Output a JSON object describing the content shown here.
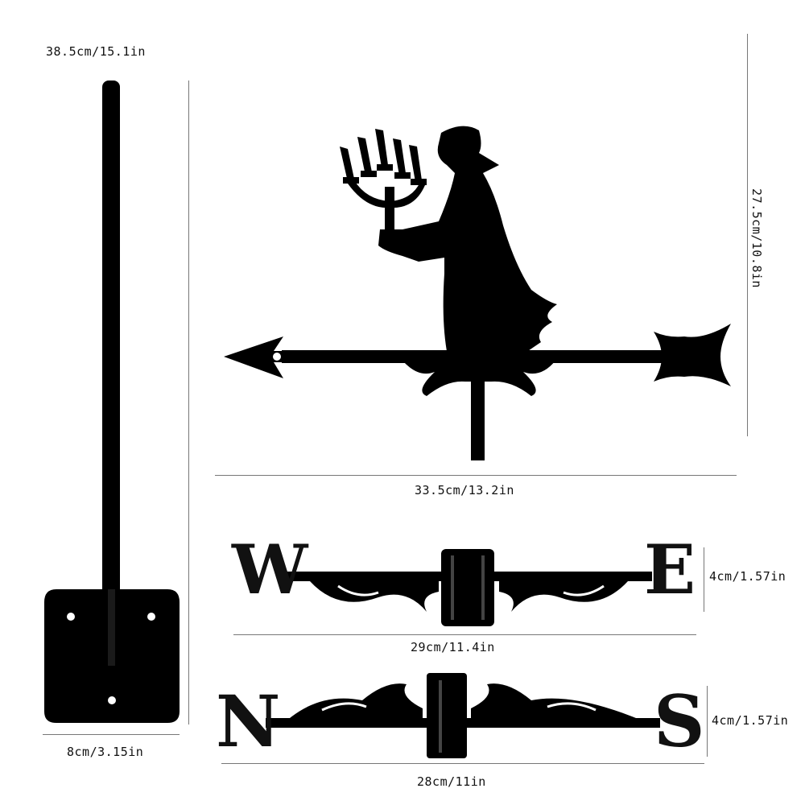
{
  "dimensions": {
    "pole_height": "38.5cm/15.1in",
    "plate_width": "8cm/3.15in",
    "vane_height": "27.5cm/10.8in",
    "vane_width": "33.5cm/13.2in",
    "we_width": "29cm/11.4in",
    "we_height": "4cm/1.57in",
    "ns_width": "28cm/11in",
    "ns_height": "4cm/1.57in"
  },
  "letters": {
    "west": "W",
    "east": "E",
    "north": "N",
    "south": "S"
  },
  "colors": {
    "metal": "#000000",
    "background": "#ffffff",
    "guide_line": "#777777"
  }
}
